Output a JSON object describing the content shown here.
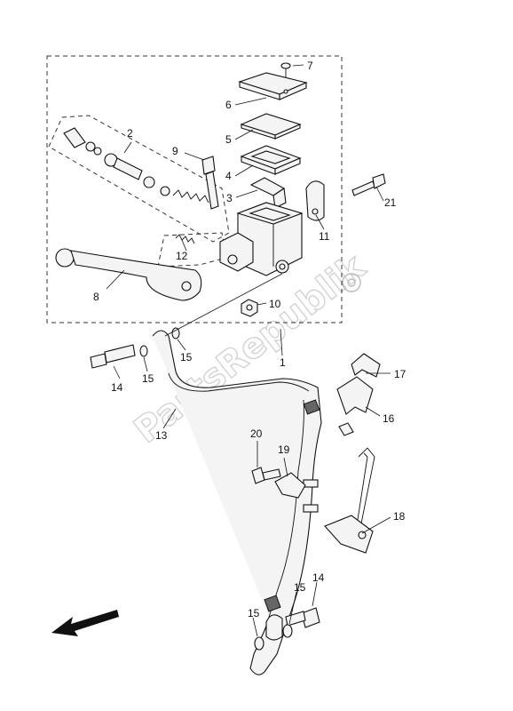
{
  "labels": {
    "l1": "1",
    "l2": "2",
    "l3": "3",
    "l4": "4",
    "l5": "5",
    "l6": "6",
    "l7": "7",
    "l8": "8",
    "l9": "9",
    "l10": "10",
    "l11": "11",
    "l12": "12",
    "l13": "13",
    "l14a": "14",
    "l14b": "14",
    "l15a": "15",
    "l15b": "15",
    "l15c": "15",
    "l15d": "15",
    "l16": "16",
    "l17": "17",
    "l18": "18",
    "l19": "19",
    "l20": "20",
    "l21": "21"
  },
  "watermark": {
    "text": "PartsRepublik"
  },
  "icons": {
    "direction_arrow": "arrow-down-left-icon",
    "logo": "gear-logo-icon"
  }
}
